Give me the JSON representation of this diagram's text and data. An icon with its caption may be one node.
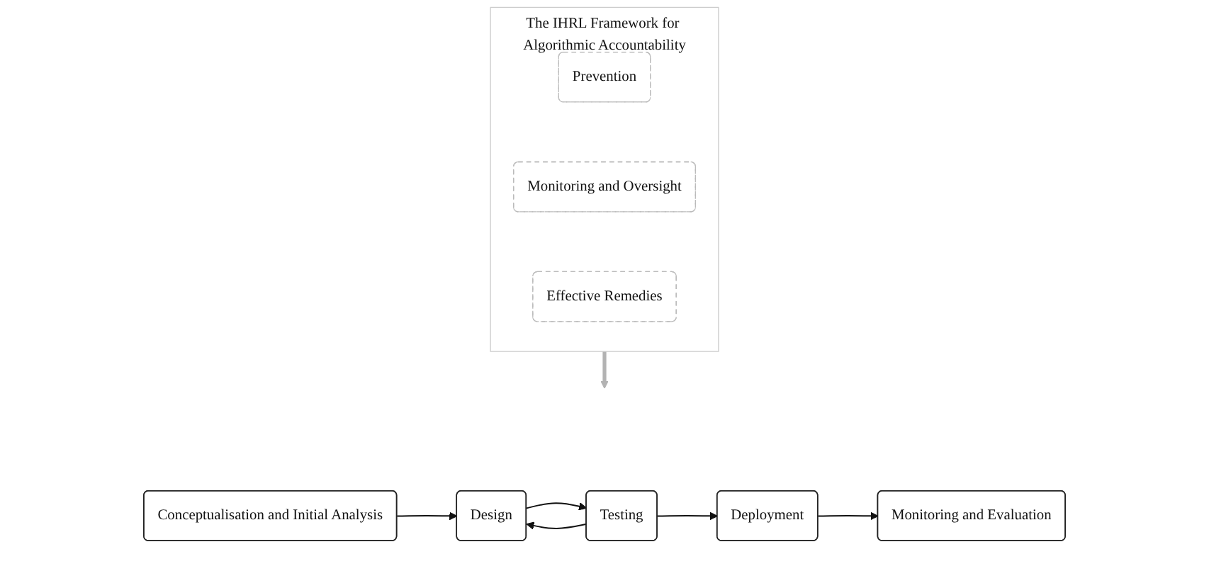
{
  "diagram": {
    "nodes": [
      {
        "text": [
          "The IHRL Framework for Algorithmic Accountability"
        ]
      },
      {
        "text": [
          "Prevention"
        ],
        "in": 0
      },
      {
        "text": [
          "Monitoring and Oversight"
        ],
        "in": 0
      },
      {
        "text": [
          "Effective Remedies"
        ],
        "in": 0
      },
      {
        "text": [
          "Conceptualisation and Initial Analysis"
        ]
      },
      {
        "text": [
          "Design"
        ]
      },
      {
        "text": [
          "Testing"
        ]
      },
      {
        "text": [
          "Deployment"
        ]
      },
      {
        "text": [
          "Monitoring and Evaluation"
        ]
      }
    ],
    "edges": [
      {
        "from": 0,
        "to": null,
        "arrow": "to",
        "style": "thick",
        "color": "#b3b3b3"
      },
      {
        "from": 4,
        "to": 5,
        "arrow": "to"
      },
      {
        "from": 5,
        "to": 6,
        "arrow": "to"
      },
      {
        "from": 6,
        "to": 5,
        "arrow": "to"
      },
      {
        "from": 6,
        "to": 7,
        "arrow": "to"
      },
      {
        "from": 7,
        "to": 8,
        "arrow": "to"
      }
    ]
  }
}
